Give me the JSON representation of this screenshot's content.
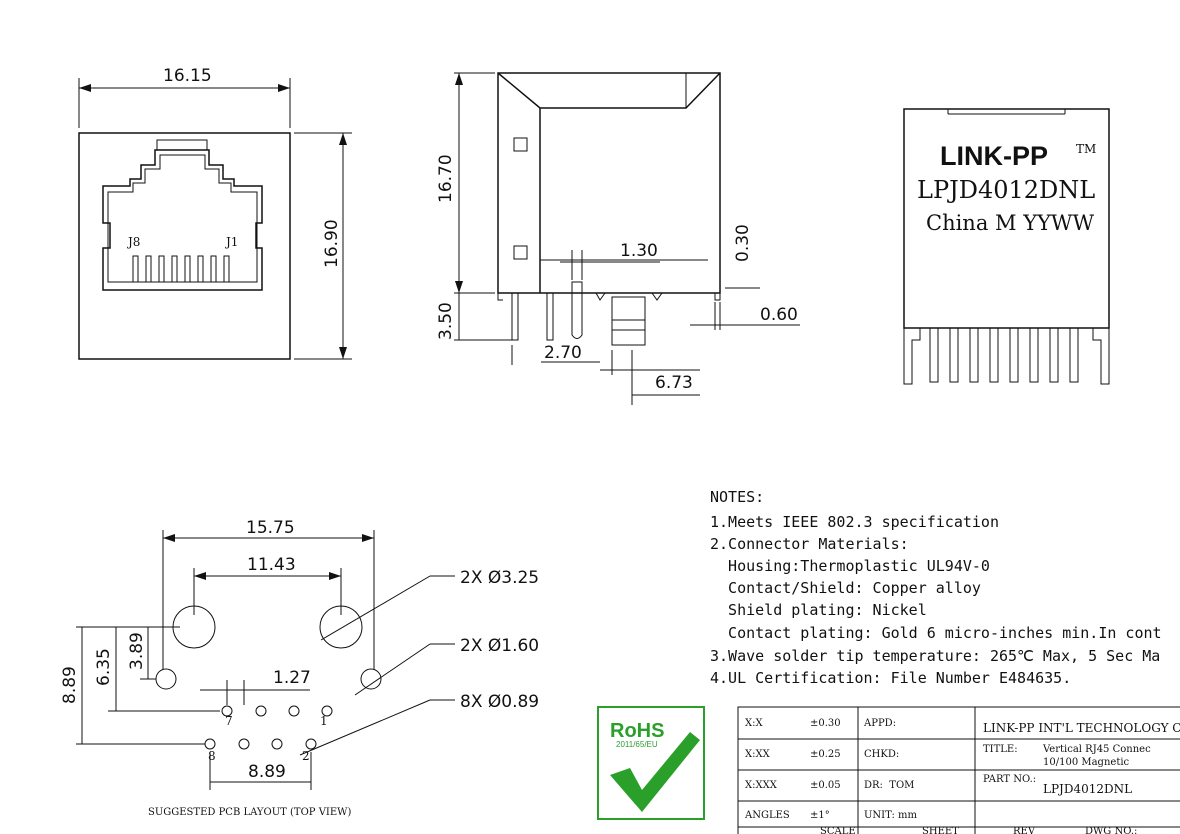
{
  "front_view": {
    "width_dim": "16.15",
    "height_dim": "16.90",
    "pin_left": "J8",
    "pin_right": "J1"
  },
  "side_view": {
    "height_dim": "16.70",
    "tail_dim": "3.50",
    "pin_w": "1.30",
    "offset": "0.30",
    "pin_thk": "0.60",
    "left_off": "2.70",
    "post_off": "6.73"
  },
  "label_view": {
    "brand": "LINK-PP",
    "tm": "TM",
    "part": "LPJD4012DNL",
    "origin": "China M YYWW"
  },
  "pcb_layout": {
    "overall": "15.75",
    "post_spacing": "11.43",
    "hole_large": "2X Ø3.25",
    "hole_mid": "2X Ø1.60",
    "hole_small": "8X Ø0.89",
    "d_a": "3.89",
    "d_b": "6.35",
    "d_c": "8.89",
    "pitch": "1.27",
    "row": "8.89",
    "pin7": "7",
    "pin1": "1",
    "pin8": "8",
    "pin2": "2",
    "caption": "SUGGESTED PCB LAYOUT (TOP VIEW)"
  },
  "notes": {
    "heading": "NOTES:",
    "lines": [
      "1.Meets IEEE 802.3 specification",
      "2.Connector Materials:",
      "  Housing:Thermoplastic UL94V-0",
      "  Contact/Shield: Copper alloy",
      "  Shield plating: Nickel",
      "  Contact plating: Gold 6 micro-inches min.In cont",
      "3.Wave solder tip temperature: 265℃ Max, 5 Sec Ma",
      "4.UL Certification: File Number E484635."
    ]
  },
  "rohs": {
    "title": "RoHS",
    "sub": "2011/65/EU"
  },
  "title_block": {
    "tol_rows": [
      {
        "k": "X:X",
        "v": "±0.30",
        "c": "APPD:"
      },
      {
        "k": "X:XX",
        "v": "±0.25",
        "c": "CHKD:"
      },
      {
        "k": "X:XXX",
        "v": "±0.05",
        "c": "DR:  TOM"
      },
      {
        "k": "ANGLES",
        "v": "±1°",
        "c": "UNIT: mm"
      }
    ],
    "company": "LINK-PP INT'L TECHNOLOGY C",
    "title_label": "TITLE:",
    "title_1": "Vertical RJ45 Connec",
    "title_2": "10/100 Magnetic",
    "part_label": "PART NO.:",
    "part_no": "LPJD4012DNL",
    "bottom": [
      "SCALE",
      "SHEET",
      "REV",
      "DWG NO.:"
    ]
  }
}
